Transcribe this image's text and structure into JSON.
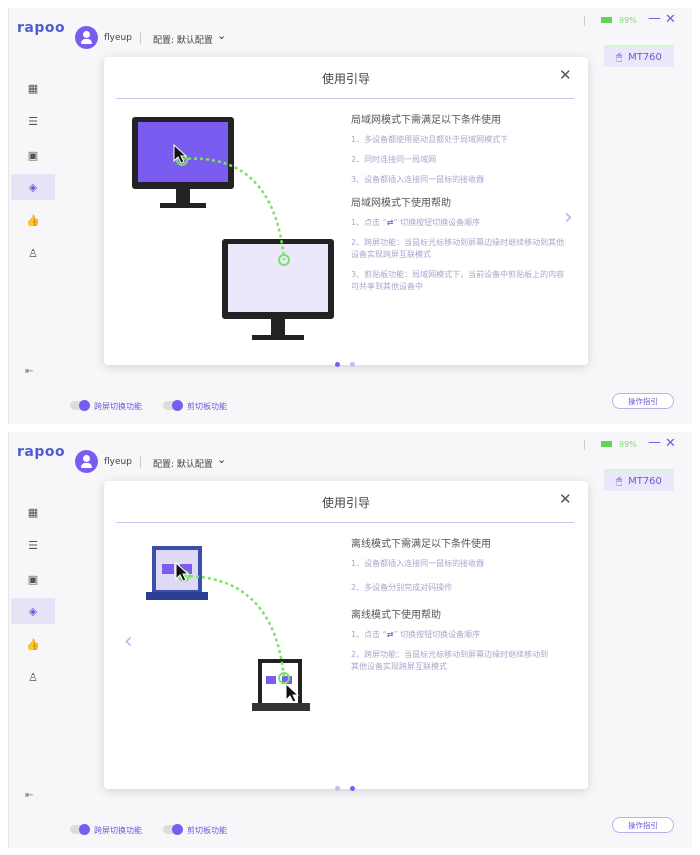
{
  "app": {
    "logo": "rapoo",
    "user": "flyeup",
    "config_label": "配置: 默认配置",
    "battery": "99%",
    "battery_level": 0.99,
    "device": "MT760"
  },
  "footer": {
    "toggle1": "跨屏切换功能",
    "toggle2": "剪切板功能",
    "guide_button": "操作指引"
  },
  "colors": {
    "accent": "#7b5cf0",
    "battery": "#5fd35a"
  },
  "panels": [
    {
      "modal": {
        "title": "使用引导",
        "page": 1,
        "pages": 2,
        "section1_title": "局域网模式下需满足以下条件使用",
        "section1_items": [
          "1、多设备都使用驱动且都处于局域网模式下",
          "2、同时连接同一局域网",
          "3、设备都插入连接同一鼠标的接收器"
        ],
        "section2_title": "局域网模式下使用帮助",
        "section2_items": [
          "1、点击 “",
          "” 切换按钮切换设备顺序",
          "2、跨屏功能：当鼠标光标移动到屏幕边缘时继续移动到其他设备实现跨屏互联模式",
          "3、剪贴板功能：局域网模式下，当前设备中剪贴板上的内容可共享到其他设备中"
        ]
      }
    },
    {
      "modal": {
        "title": "使用引导",
        "page": 2,
        "pages": 2,
        "section1_title": "离线模式下需满足以下条件使用",
        "section1_items": [
          "1、设备都插入连接同一鼠标的接收器",
          "2、多设备分别完成对码操作"
        ],
        "section2_title": "离线模式下使用帮助",
        "section2_items": [
          "1、点击 “",
          "” 切换按钮切换设备顺序",
          "2、跨屏功能：当鼠标光标移动到屏幕边缘时继续移动到其他设备实现跨屏互联模式"
        ]
      }
    }
  ]
}
